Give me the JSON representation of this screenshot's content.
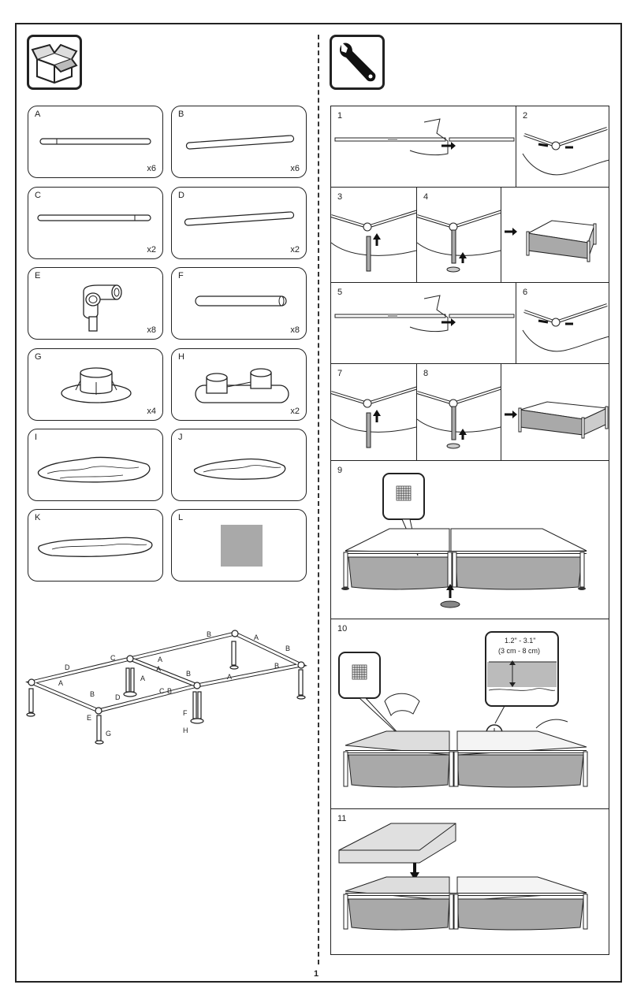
{
  "parts": [
    {
      "letter": "A",
      "qty": "x6"
    },
    {
      "letter": "B",
      "qty": "x6"
    },
    {
      "letter": "C",
      "qty": "x2"
    },
    {
      "letter": "D",
      "qty": "x2"
    },
    {
      "letter": "E",
      "qty": "x8"
    },
    {
      "letter": "F",
      "qty": "x8"
    },
    {
      "letter": "G",
      "qty": "x4"
    },
    {
      "letter": "H",
      "qty": "x2"
    },
    {
      "letter": "I",
      "qty": ""
    },
    {
      "letter": "J",
      "qty": ""
    },
    {
      "letter": "K",
      "qty": ""
    },
    {
      "letter": "L",
      "qty": ""
    }
  ],
  "diagram_labels": [
    "A",
    "B",
    "C",
    "D",
    "E",
    "F",
    "G",
    "H"
  ],
  "steps": [
    "1",
    "2",
    "3",
    "4",
    "5",
    "6",
    "7",
    "8",
    "9",
    "10",
    "11"
  ],
  "depth_note": {
    "imperial": "1.2\" - 3.1\"",
    "metric": "(3 cm - 8 cm)"
  },
  "page_number": "1",
  "icons": [
    "open-box-icon",
    "wrench-icon"
  ],
  "colors": {
    "line": "#222222",
    "gray_fill": "#a9a9a9",
    "light_gray": "#d9d9d9"
  }
}
